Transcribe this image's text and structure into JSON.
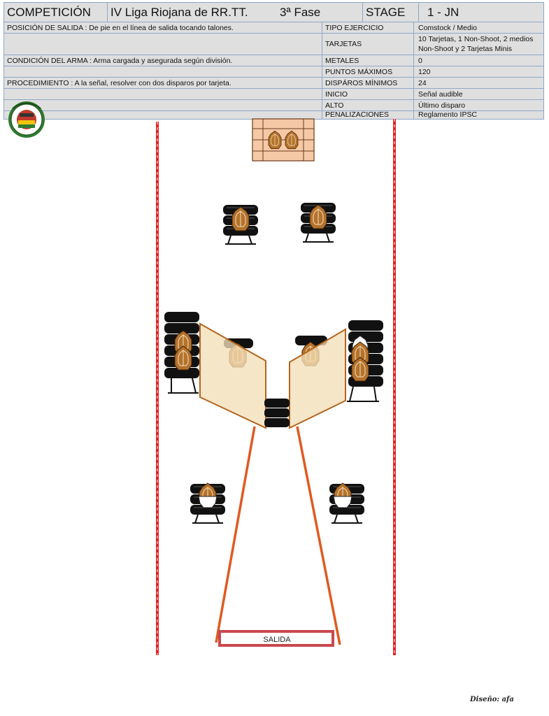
{
  "header": {
    "competition_label": "COMPETICIÓN",
    "competition_name": "IV Liga Riojana de RR.TT.",
    "phase": "3ª Fase",
    "stage_label": "STAGE",
    "stage_value": "1 - JN",
    "start_position": "POSICIÓN DE SALIDA : De pie en el línea de salida tocando talones.",
    "weapon_condition": "CONDICIÓN DEL ARMA : Arma cargada y asegurada según división.",
    "procedure": "PROCEDIMIENTO : A la señal, resolver con dos disparos por tarjeta.",
    "fields": [
      {
        "label": "TIPO EJERCICIO",
        "value": "Comstock /  Medio"
      },
      {
        "label": "TARJETAS",
        "value": "10 Tarjetas,  1 Non-Shoot, 2  medios Non-Shoot y 2 Tarjetas Minis"
      },
      {
        "label": "METALES",
        "value": "0"
      },
      {
        "label": "PUNTOS MÁXIMOS",
        "value": "120"
      },
      {
        "label": "DISPÁROS MÍNIMOS",
        "value": "24"
      },
      {
        "label": "INICIO",
        "value": "Señal audible"
      },
      {
        "label": "ALTO",
        "value": "Último disparo"
      },
      {
        "label": "PENALIZACIONES",
        "value": "Reglamento IPSC"
      }
    ]
  },
  "colors": {
    "boundary": "#e02020",
    "fault_line": "#e05a20",
    "target": "#b5722a",
    "tire": "#111111",
    "wall": "#f3dfb8",
    "pallet": "#f6c9a6",
    "start_box": "#c9484e"
  },
  "diagram": {
    "start_box_label": "SALIDA",
    "logo_icon": "club-logo-icon"
  },
  "footer": {
    "design_credit": "Diseño: afa"
  }
}
